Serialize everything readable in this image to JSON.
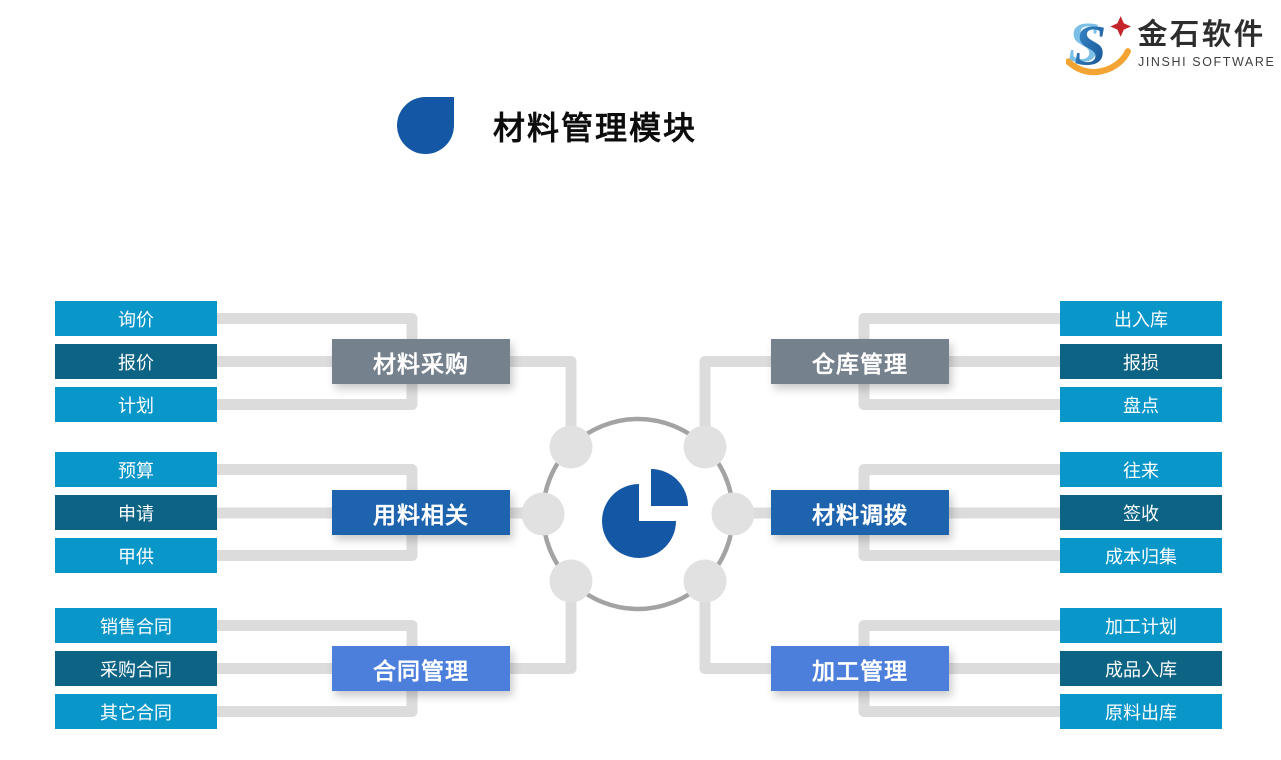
{
  "brand": {
    "monogram": "S",
    "name_cn": "金石软件",
    "name_en": "JINSHI SOFTWARE"
  },
  "title": "材料管理模块",
  "colors": {
    "accent_blue": "#1458A5",
    "child_light": "#0996C9",
    "child_dark": "#0D6383",
    "parent_gray": "#75818D",
    "parent_blue": "#1D63AE",
    "parent_light_blue": "#4C7EDC",
    "connector_gray": "#DCDCDC",
    "node_gray": "#E1E1E1",
    "ring_gray": "#A3A3A3",
    "title_text": "#0D0D0D",
    "box_text": "#FFFFFF",
    "logo_red": "#C5242B",
    "logo_orange": "#F3A432",
    "logo_blue": "#1C5FA8"
  },
  "hub": {
    "icon": "pie-chart"
  },
  "groups": [
    {
      "label": "材料采购",
      "side": "left",
      "variant": "gray",
      "children": [
        "询价",
        "报价",
        "计划"
      ]
    },
    {
      "label": "用料相关",
      "side": "left",
      "variant": "blue",
      "children": [
        "预算",
        "申请",
        "甲供"
      ]
    },
    {
      "label": "合同管理",
      "side": "left",
      "variant": "cornflower",
      "children": [
        "销售合同",
        "采购合同",
        "其它合同"
      ]
    },
    {
      "label": "仓库管理",
      "side": "right",
      "variant": "gray",
      "children": [
        "出入库",
        "报损",
        "盘点"
      ]
    },
    {
      "label": "材料调拨",
      "side": "right",
      "variant": "blue",
      "children": [
        "往来",
        "签收",
        "成本归集"
      ]
    },
    {
      "label": "加工管理",
      "side": "right",
      "variant": "cornflower",
      "children": [
        "加工计划",
        "成品入库",
        "原料出库"
      ]
    }
  ]
}
